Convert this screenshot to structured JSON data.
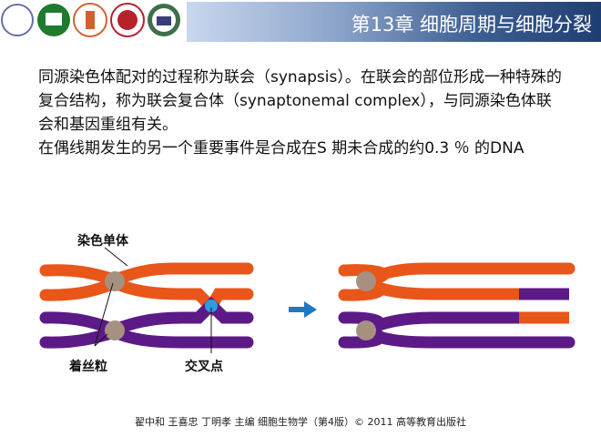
{
  "header": {
    "title": "第13章  细胞周期与细胞分裂",
    "logos": [
      "logo-1",
      "logo-2",
      "logo-3",
      "logo-4",
      "logo-5"
    ]
  },
  "content": {
    "paragraphs": [
      "同源染色体配对的过程称为联会（synapsis）。在联会的部位形成一种特殊的复合结构，称为联会复合体（synaptonemal complex），与同源染色体联会和基因重组有关。",
      "在偶线期发生的另一个重要事件是合成在S 期未合成的约0.3 ％ 的DNA"
    ]
  },
  "diagram": {
    "label_chromatid": "染色单体",
    "label_centromere": "着丝粒",
    "label_chiasma": "交叉点",
    "colors": {
      "orange": "#e8561a",
      "purple": "#5c1a87",
      "centromere": "#a69181",
      "chiasma": "#2a9fe0",
      "arrow": "#1f78c1"
    }
  },
  "footer": {
    "text": "翟中和 王喜忠 丁明孝 主编  细胞生物学（第4版）© 2011  高等教育出版社"
  }
}
